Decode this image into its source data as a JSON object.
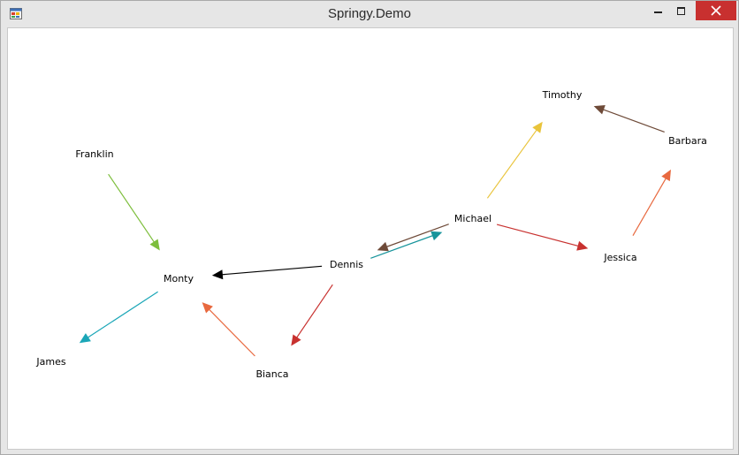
{
  "window": {
    "title": "Springy.Demo",
    "close_color": "#c8302f"
  },
  "graph": {
    "nodes": [
      {
        "id": "Franklin",
        "label": "Franklin"
      },
      {
        "id": "Monty",
        "label": "Monty"
      },
      {
        "id": "James",
        "label": "James"
      },
      {
        "id": "Bianca",
        "label": "Bianca"
      },
      {
        "id": "Dennis",
        "label": "Dennis"
      },
      {
        "id": "Michael",
        "label": "Michael"
      },
      {
        "id": "Timothy",
        "label": "Timothy"
      },
      {
        "id": "Barbara",
        "label": "Barbara"
      },
      {
        "id": "Jessica",
        "label": "Jessica"
      }
    ],
    "edges": [
      {
        "from": "Franklin",
        "to": "Monty",
        "color": "#7dbe3c"
      },
      {
        "from": "Monty",
        "to": "James",
        "color": "#1aa6b7"
      },
      {
        "from": "Bianca",
        "to": "Monty",
        "color": "#e8693f"
      },
      {
        "from": "Dennis",
        "to": "Monty",
        "color": "#000000"
      },
      {
        "from": "Dennis",
        "to": "Bianca",
        "color": "#c8312f"
      },
      {
        "from": "Dennis",
        "to": "Michael",
        "color": "#17949b"
      },
      {
        "from": "Michael",
        "to": "Dennis",
        "color": "#6e4a38"
      },
      {
        "from": "Michael",
        "to": "Timothy",
        "color": "#e9c43b"
      },
      {
        "from": "Michael",
        "to": "Jessica",
        "color": "#c8312f"
      },
      {
        "from": "Barbara",
        "to": "Timothy",
        "color": "#6e4a38"
      },
      {
        "from": "Jessica",
        "to": "Barbara",
        "color": "#e8693f"
      }
    ]
  }
}
